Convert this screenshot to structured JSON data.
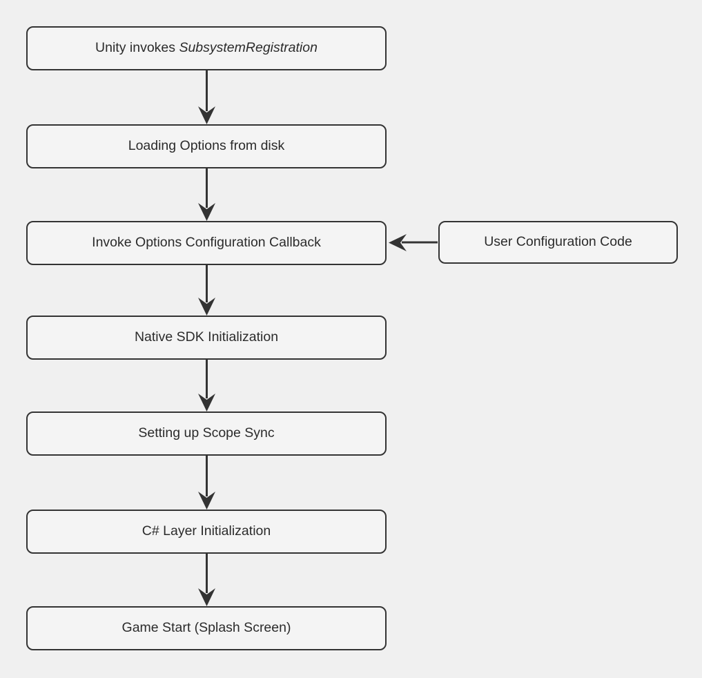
{
  "diagram": {
    "type": "flowchart",
    "direction": "top-down",
    "background_color": "#f0f0f0",
    "node_fill_color": "#f4f4f4",
    "node_border_color": "#333333",
    "text_color": "#2b2b2b",
    "arrow_color": "#333333",
    "nodes": {
      "unity_invokes": {
        "prefix": "Unity invokes ",
        "emphasis": "SubsystemRegistration"
      },
      "loading_options": {
        "label": "Loading Options from disk"
      },
      "invoke_callback": {
        "label": "Invoke Options Configuration Callback"
      },
      "user_config": {
        "label": "User Configuration Code"
      },
      "native_sdk": {
        "label": "Native SDK Initialization"
      },
      "scope_sync": {
        "label": "Setting up Scope Sync"
      },
      "csharp_layer": {
        "label": "C# Layer Initialization"
      },
      "game_start": {
        "label": "Game Start (Splash Screen)"
      }
    },
    "edges": [
      {
        "from": "unity_invokes",
        "to": "loading_options"
      },
      {
        "from": "loading_options",
        "to": "invoke_callback"
      },
      {
        "from": "user_config",
        "to": "invoke_callback"
      },
      {
        "from": "invoke_callback",
        "to": "native_sdk"
      },
      {
        "from": "native_sdk",
        "to": "scope_sync"
      },
      {
        "from": "scope_sync",
        "to": "csharp_layer"
      },
      {
        "from": "csharp_layer",
        "to": "game_start"
      }
    ]
  }
}
